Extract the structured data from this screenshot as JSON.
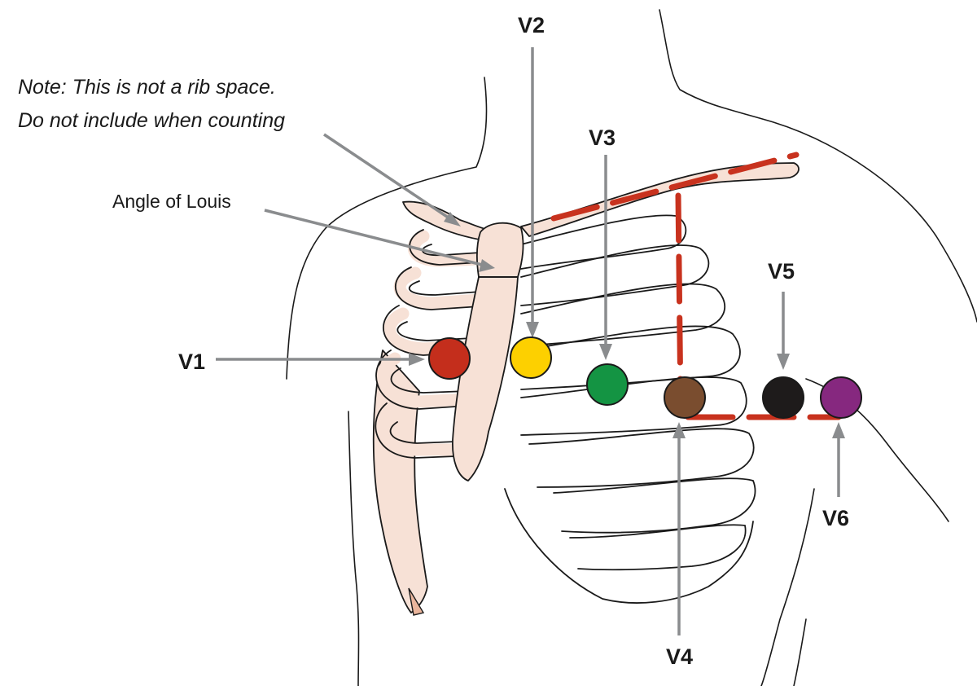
{
  "title": "Precordial ECG lead placement",
  "note": {
    "line1": "Note: This is not a rib space.",
    "line2": "Do not include when counting"
  },
  "angle_label": "Angle of Louis",
  "leads": [
    {
      "id": "V1",
      "label": "V1",
      "color": "#c42e1c"
    },
    {
      "id": "V2",
      "label": "V2",
      "color": "#fdd000"
    },
    {
      "id": "V3",
      "label": "V3",
      "color": "#149443"
    },
    {
      "id": "V4",
      "label": "V4",
      "color": "#7a4d2f"
    },
    {
      "id": "V5",
      "label": "V5",
      "color": "#1e1b1b"
    },
    {
      "id": "V6",
      "label": "V6",
      "color": "#86287f"
    }
  ],
  "colors": {
    "bone": "#f7e1d6",
    "guide_line": "#c8321e",
    "arrow": "#8a8c8e"
  }
}
